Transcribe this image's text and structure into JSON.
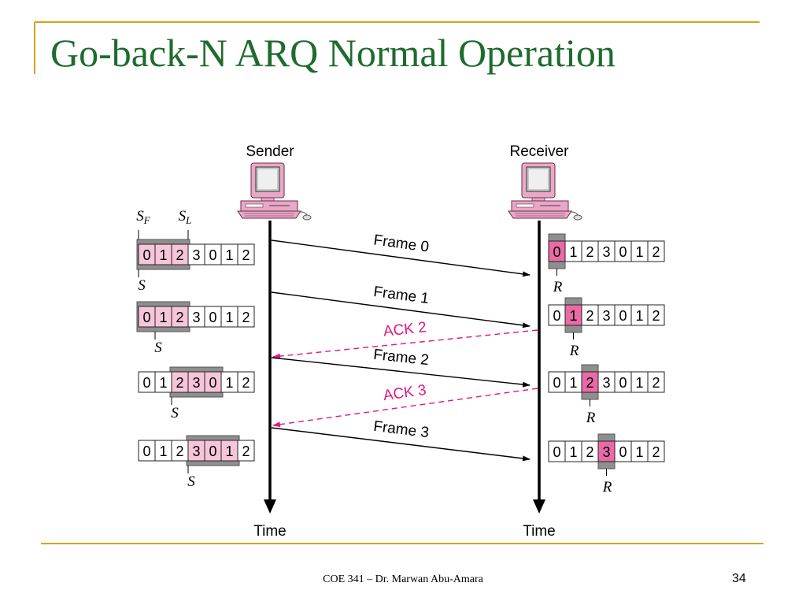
{
  "slide": {
    "title": "Go-back-N ARQ Normal Operation",
    "footer": "COE 341 – Dr. Marwan Abu-Amara",
    "page_number": "34"
  },
  "colors": {
    "title": "#1f6b2e",
    "rule": "#d9a21b",
    "ack": "#e0197d",
    "window": "#8f8f8f",
    "highlight_light": "#f6c5da",
    "highlight_dark": "#e86aa6",
    "computer": "#e7a9c6"
  },
  "diagram": {
    "sender_label": "Sender",
    "receiver_label": "Receiver",
    "time_label": "Time",
    "sequence": [
      "0",
      "1",
      "2",
      "3",
      "0",
      "1",
      "2"
    ],
    "sender_pointer_labels": {
      "sf": "S",
      "sf_sub": "F",
      "sl": "S",
      "sl_sub": "L",
      "s": "S"
    },
    "receiver_pointer_label": "R",
    "sender_windows": [
      {
        "window_start": 0,
        "window_end": 2,
        "s_index": 0,
        "highlighted": [
          0,
          1,
          2
        ],
        "show_bounds": true
      },
      {
        "window_start": 0,
        "window_end": 2,
        "s_index": 1,
        "highlighted": [
          0,
          1,
          2
        ],
        "show_bounds": false
      },
      {
        "window_start": 2,
        "window_end": 4,
        "s_index": 2,
        "highlighted": [
          2,
          3,
          4
        ],
        "show_bounds": false
      },
      {
        "window_start": 3,
        "window_end": 5,
        "s_index": 3,
        "highlighted": [
          3,
          4,
          5
        ],
        "show_bounds": false
      }
    ],
    "receiver_windows": [
      {
        "r_index": 0
      },
      {
        "r_index": 1
      },
      {
        "r_index": 2
      },
      {
        "r_index": 3
      }
    ],
    "messages": [
      {
        "label": "Frame 0",
        "direction": "sender-to-receiver",
        "type": "frame"
      },
      {
        "label": "Frame 1",
        "direction": "sender-to-receiver",
        "type": "frame"
      },
      {
        "label": "ACK 2",
        "direction": "receiver-to-sender",
        "type": "ack"
      },
      {
        "label": "Frame 2",
        "direction": "sender-to-receiver",
        "type": "frame"
      },
      {
        "label": "ACK 3",
        "direction": "receiver-to-sender",
        "type": "ack"
      },
      {
        "label": "Frame 3",
        "direction": "sender-to-receiver",
        "type": "frame"
      }
    ]
  }
}
